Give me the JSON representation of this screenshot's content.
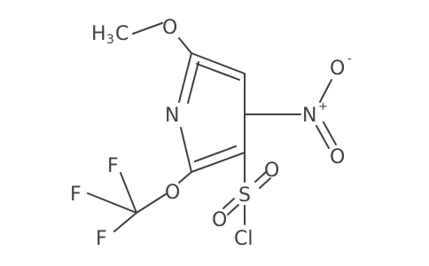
{
  "molecule": {
    "bond_color": "#404040",
    "background": "#ffffff",
    "atoms": {
      "methoxy_c": "H",
      "methoxy_c_sub": "3",
      "methoxy_c_tail": "C",
      "methoxy_o": "O",
      "ring_n": "N",
      "nitro_n": "N",
      "nitro_n_charge": "+",
      "nitro_o_top": "O",
      "nitro_o_top_charge": "-",
      "nitro_o_bottom": "O",
      "sulfonyl_s": "S",
      "sulfonyl_o_left": "O",
      "sulfonyl_o_right": "O",
      "sulfonyl_cl": "Cl",
      "ether_o": "O",
      "fluorine_top": "F",
      "fluorine_left": "F",
      "fluorine_bottom": "F"
    }
  }
}
